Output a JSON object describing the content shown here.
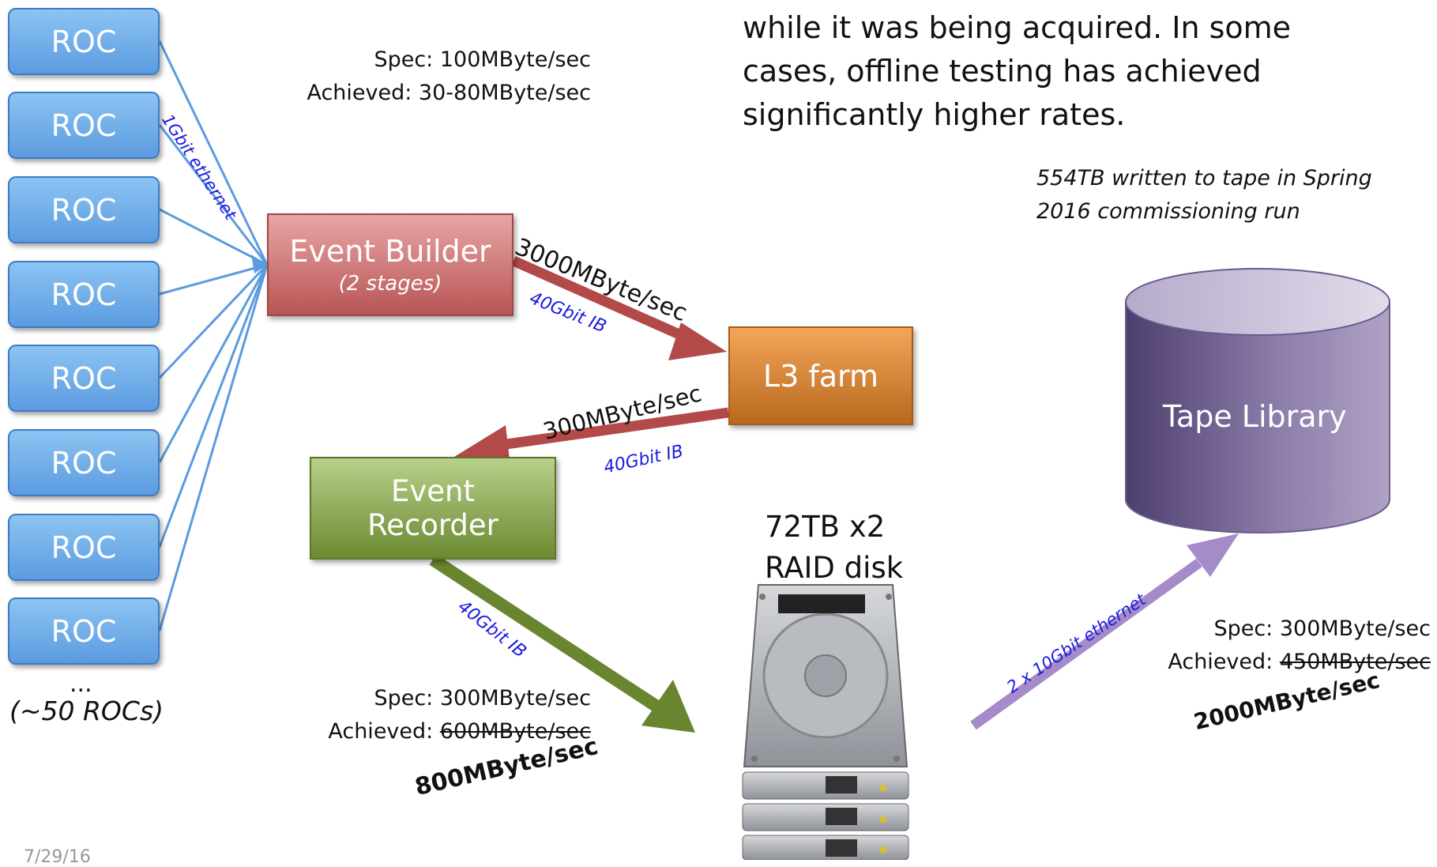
{
  "roc_label": "ROC",
  "roc_more": "...",
  "roc_count": "(~50 ROCs)",
  "link_1gbit": "1Gbit ethernet",
  "spec1": "Spec:  100MByte/sec",
  "ach1": "Achieved: 30-80MByte/sec",
  "event_builder": {
    "title": "Event Builder",
    "sub": "(2 stages)"
  },
  "eb_rate": "3000MByte/sec",
  "eb_link": "40Gbit  IB",
  "l3": "L3 farm",
  "l3_rate": "300MByte/sec",
  "l3_link": "40Gbit  IB",
  "event_recorder": {
    "line1": "Event",
    "line2": "Recorder"
  },
  "er_link": "40Gbit  IB",
  "spec2": "Spec:  300MByte/sec",
  "ach2_label": "Achieved: ",
  "ach2_old": "600MByte/sec",
  "ach2_new": "800MByte/sec",
  "raid": {
    "line1": "72TB x2",
    "line2": "RAID disk"
  },
  "raid_link": "2 x 10Gbit  ethernet",
  "tape": "Tape Library",
  "spec3": "Spec:  300MByte/sec",
  "ach3_label": "Achieved: ",
  "ach3_old": "450MByte/sec",
  "ach3_new": "2000MByte/sec",
  "top_text": [
    "while it was being acquired. In some",
    "cases, offline testing has achieved",
    "significantly higher rates."
  ],
  "tape_note": [
    "554TB written to tape in Spring",
    "2016 commissioning run"
  ],
  "footer_date": "7/29/16",
  "colors": {
    "roc": "#5b9be0",
    "eb": "#c96868",
    "l3": "#d8822a",
    "er": "#7a9a3e",
    "tape": "#7a6a9c",
    "arrow_red": "#b24a4a",
    "arrow_green": "#6a8530",
    "arrow_purple": "#a58cc8",
    "link_blue": "#1a1ae0"
  }
}
